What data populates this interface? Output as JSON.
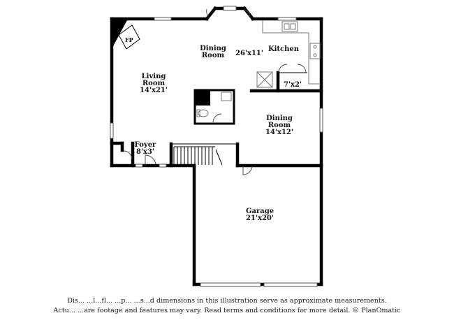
{
  "rooms": {
    "dining_room_top": {
      "name": "Dining\nRoom",
      "line1": "Dining",
      "line2": "Room"
    },
    "kitchen": {
      "name": "Kitchen",
      "dim": "26'x11'"
    },
    "living_room": {
      "line1": "Living",
      "line2": "Room",
      "dim": "14'x21'"
    },
    "fireplace": {
      "label": "FP"
    },
    "dining_room": {
      "line1": "Dining",
      "line2": "Room",
      "dim": "14'x12'"
    },
    "foyer": {
      "name": "Foyer",
      "dim": "8'x3'"
    },
    "pantry": {
      "dim": "7'x2'"
    },
    "garage": {
      "name": "Garage",
      "dim": "21'x20'"
    }
  },
  "disclaimer": {
    "line1": "Dis... ...l...fl... ...p... ...s...d dimensions in this illustration serve as approximate measurements.",
    "line2": "Actu... ...are footage and features may vary. Read terms and conditions for more detail. © PlanOmatic"
  }
}
